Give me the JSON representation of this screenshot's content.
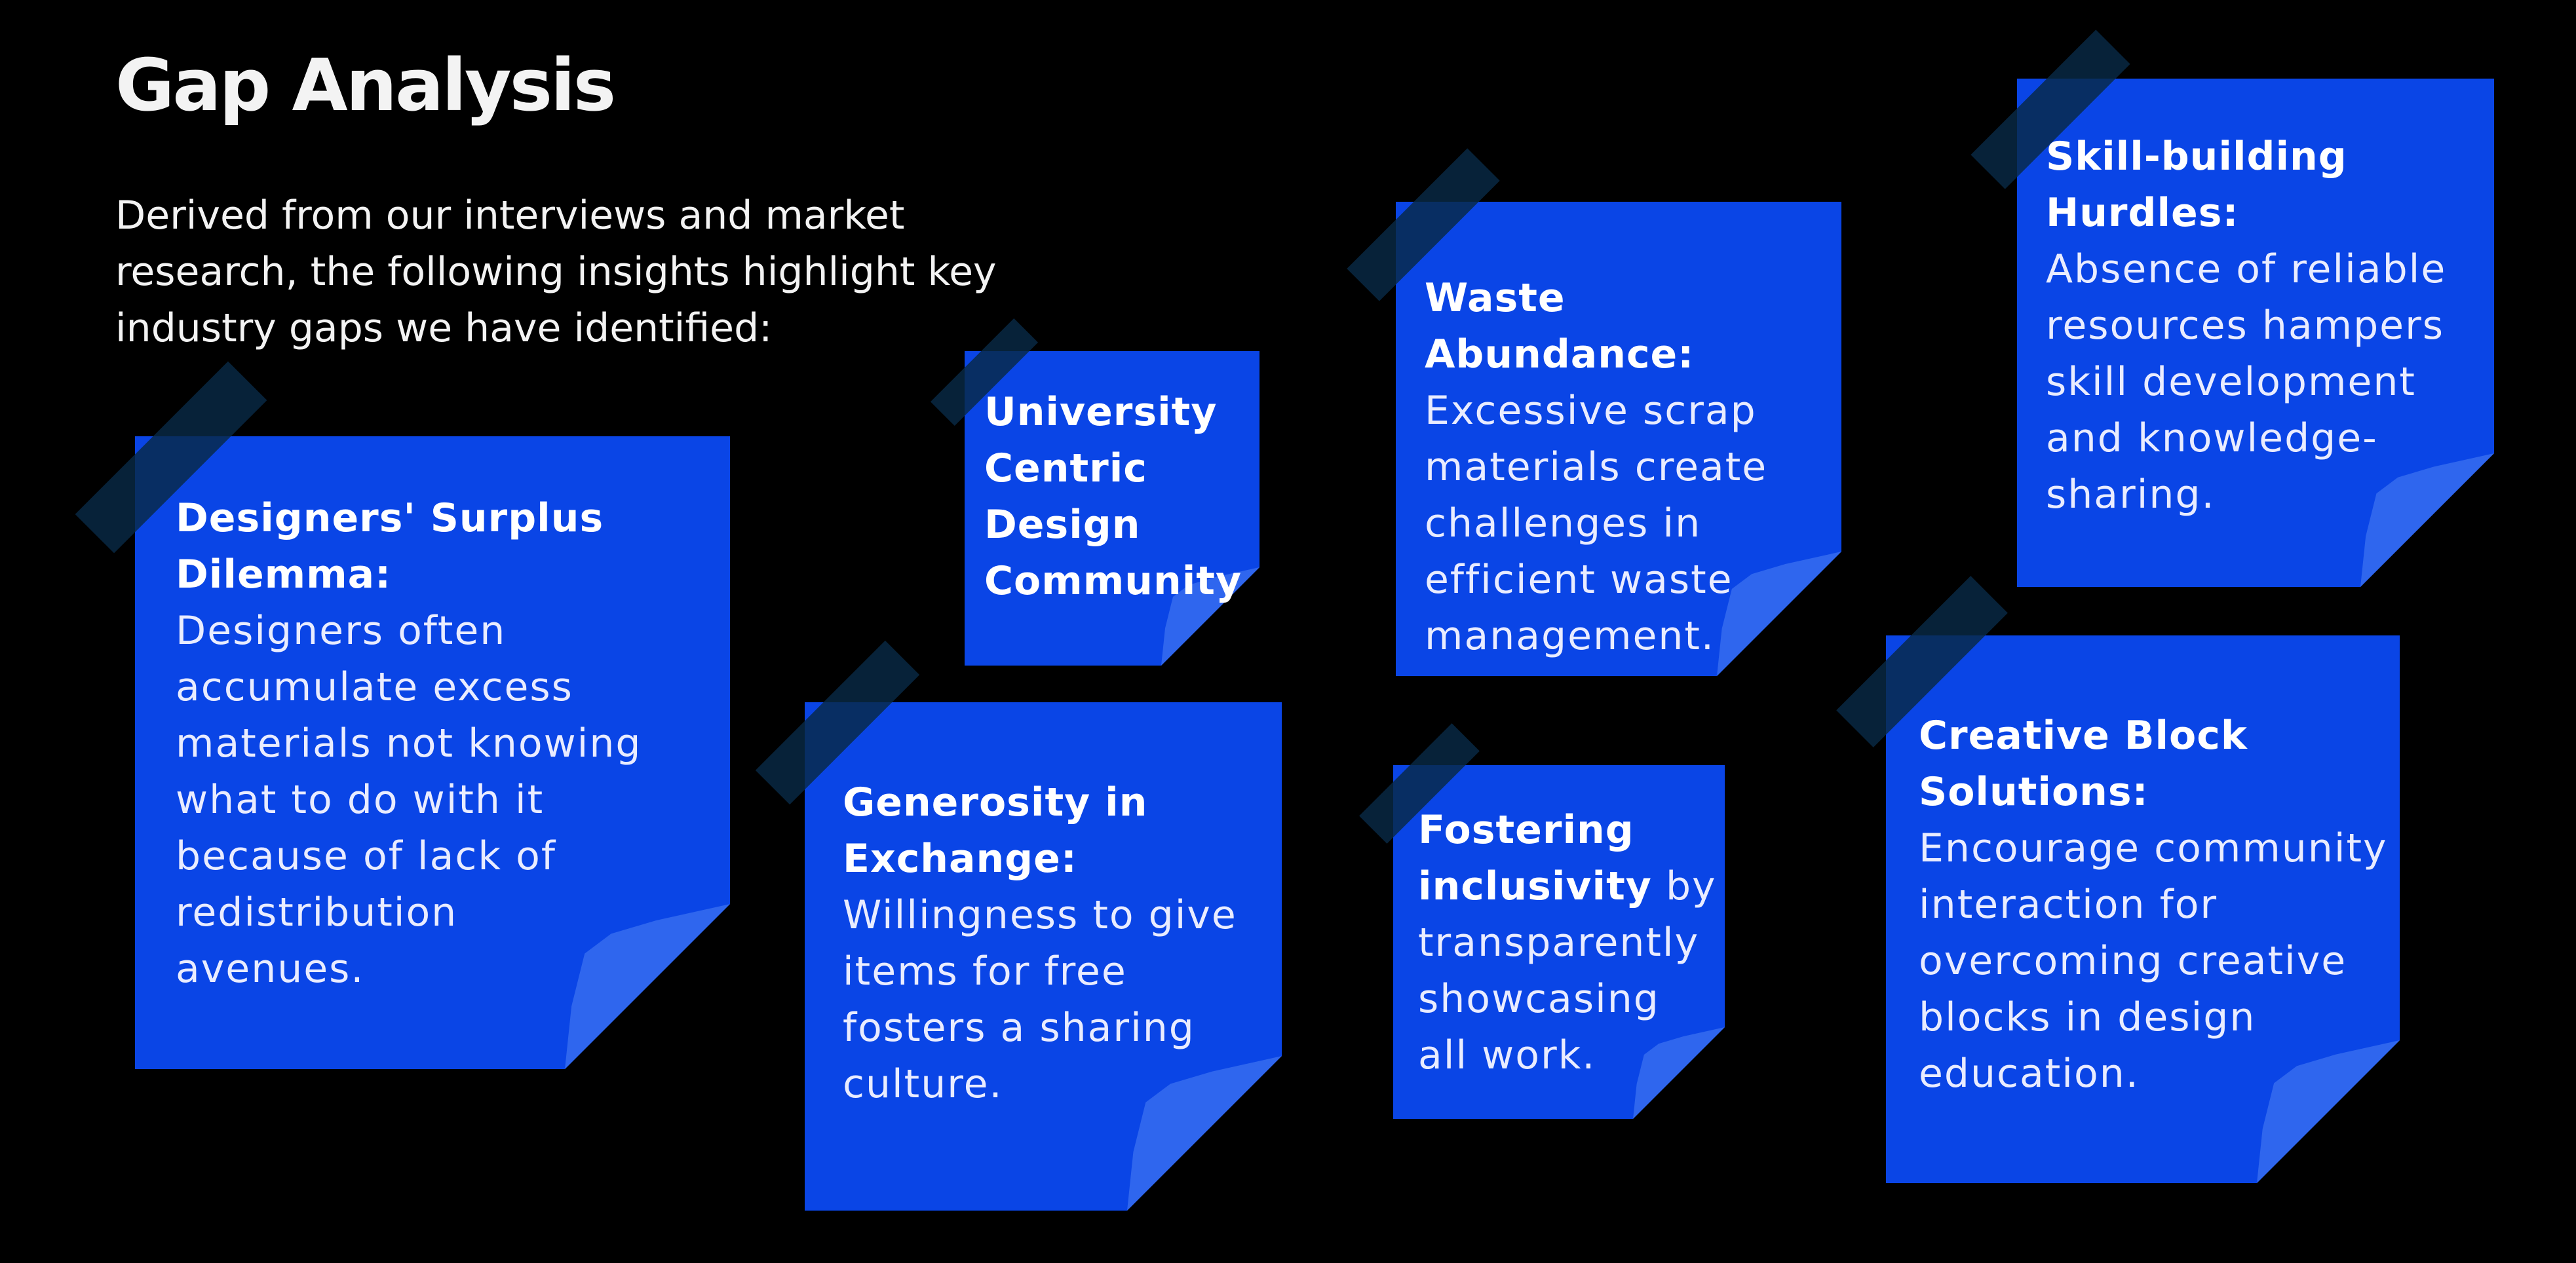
{
  "page": {
    "title": "Gap Analysis",
    "subtitle": "Derived from our interviews and market research, the following insights highlight key industry gaps we have identified:"
  },
  "colors": {
    "background": "#000000",
    "note": "#0a45e6",
    "note_curl": "#2f66ee",
    "tape": "#082a46",
    "text": "#ffffff"
  },
  "notes": [
    {
      "heading": "Designers' Surplus Dilemma:",
      "body": "Designers often accumulate excess materials not knowing what to do with it because of lack of redistribution avenues."
    },
    {
      "heading": "University Centric Design Community",
      "body": ""
    },
    {
      "heading": "Generosity in Exchange:",
      "body": "Willingness to give items for free fosters a sharing culture."
    },
    {
      "heading": "Waste Abundance:",
      "body": "Excessive scrap materials create challenges in efficient waste management."
    },
    {
      "heading": "Fostering inclusivity",
      "body": " by transparently showcasing all work."
    },
    {
      "heading": "Skill-building Hurdles:",
      "body": "Absence of reliable resources hampers skill development and knowledge-sharing."
    },
    {
      "heading": "Creative Block Solutions:",
      "body": "Encourage community interaction for overcoming creative blocks in design education."
    }
  ]
}
